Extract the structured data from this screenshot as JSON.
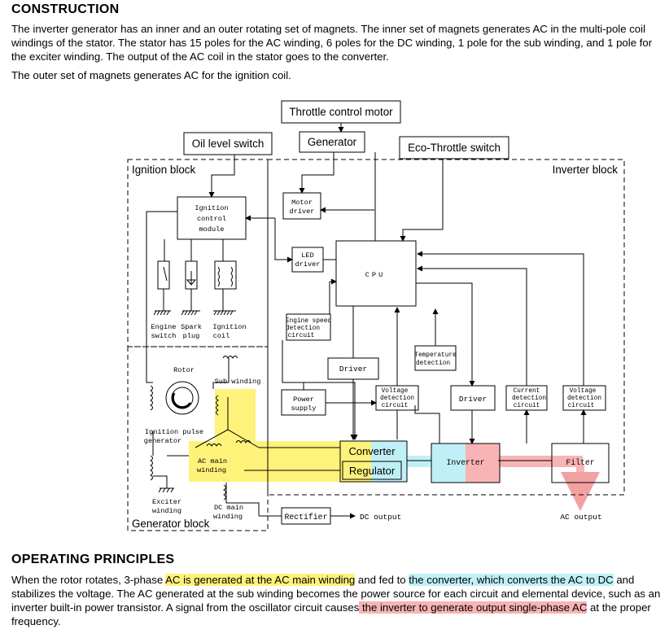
{
  "construction": {
    "heading": "CONSTRUCTION",
    "p1": "The inverter generator has an inner and an outer rotating set of magnets. The inner set of magnets generates AC in the multi-pole coil windings of the stator. The stator has 15 poles for the AC winding, 6 poles for the DC winding, 1 pole for the sub winding, and 1 pole for the exciter winding. The output of the AC coil in the stator goes to the converter.",
    "p2": "The outer set of magnets generates AC for the ignition coil."
  },
  "diagram": {
    "throttle_control_motor": "Throttle control motor",
    "generator": "Generator",
    "eco_throttle_switch": "Eco-Throttle switch",
    "oil_level_switch": "Oil level switch",
    "ignition_block": "Ignition block",
    "inverter_block": "Inverter block",
    "generator_block": "Generator block",
    "ignition_module": [
      "Ignition",
      "control",
      "module"
    ],
    "motor_driver": [
      "Motor",
      "driver"
    ],
    "led_driver": [
      "LED",
      "driver"
    ],
    "cpu": "CPU",
    "engine_switch": [
      "Engine",
      "switch"
    ],
    "spark_plug": [
      "Spark",
      "plug"
    ],
    "ignition_coil": [
      "Ignition",
      "coil"
    ],
    "engine_speed": [
      "Engine speed",
      "detection",
      "circuit"
    ],
    "temperature": [
      "Temperature",
      "detection"
    ],
    "driver_1": "Driver",
    "driver_2": "Driver",
    "rotor": "Rotor",
    "sub_winding": "Sub winding",
    "power_supply": [
      "Power",
      "supply"
    ],
    "voltage_detection_1": [
      "Voltage",
      "detection",
      "circuit"
    ],
    "current_detection": [
      "Current",
      "detection",
      "circuit"
    ],
    "voltage_detection_2": [
      "Voltage",
      "detection",
      "circuit"
    ],
    "ignition_pulse": [
      "Ignition pulse",
      "generator"
    ],
    "ac_main_winding": [
      "AC main",
      "winding"
    ],
    "converter": "Converter",
    "regulator": "Regulator",
    "inverter": "Inverter",
    "filter": "Filter",
    "exciter_winding": [
      "Exciter",
      "winding"
    ],
    "dc_main_winding": [
      "DC main",
      "winding"
    ],
    "rectifier": "Rectifier",
    "dc_output": "DC output",
    "ac_output": "AC output",
    "colors": {
      "yellow": "#fff27a",
      "cyan": "#bff0f7",
      "pink": "#f8b4b4"
    }
  },
  "operating": {
    "heading": "OPERATING PRINCIPLES",
    "s1": "When the rotor rotates, 3-phase ",
    "s1_hl": "AC is generated at the AC main winding",
    "s2": " and fed to ",
    "s2_hl": "the converter, which converts the AC to DC",
    "s3": " and stabilizes the voltage. The AC generated at the sub winding becomes the power source for each circuit and elemental device, such as an inverter built-in power transistor. A signal from the oscillator circuit causes",
    "s3_hl": " the inverter to generate output single-phase AC",
    "s4": " at the proper frequency."
  }
}
